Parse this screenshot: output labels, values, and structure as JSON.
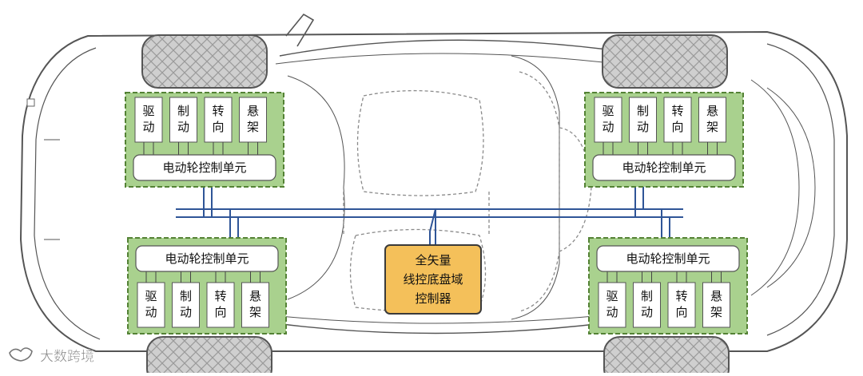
{
  "diagram": {
    "modules": [
      {
        "id": "front-left",
        "unit_label": "电动轮控制单元",
        "subunits": [
          "驱动",
          "制动",
          "转向",
          "悬架"
        ]
      },
      {
        "id": "front-right",
        "unit_label": "电动轮控制单元",
        "subunits": [
          "驱动",
          "制动",
          "转向",
          "悬架"
        ]
      },
      {
        "id": "rear-left",
        "unit_label": "电动轮控制单元",
        "subunits": [
          "驱动",
          "制动",
          "转向",
          "悬架"
        ]
      },
      {
        "id": "rear-right",
        "unit_label": "电动轮控制单元",
        "subunits": [
          "驱动",
          "制动",
          "转向",
          "悬架"
        ]
      }
    ],
    "controller": {
      "lines": [
        "全矢量",
        "线控底盘域",
        "控制器"
      ]
    }
  },
  "watermark": {
    "text": "大数跨境"
  },
  "colors": {
    "module_fill": "#a9d18e",
    "module_border": "#548235",
    "controller_fill": "#f4c05a",
    "controller_border": "#3a3a3a",
    "bus_line": "#2f5597",
    "tire_fill": "#c9c9c9",
    "car_outline": "#555555"
  }
}
